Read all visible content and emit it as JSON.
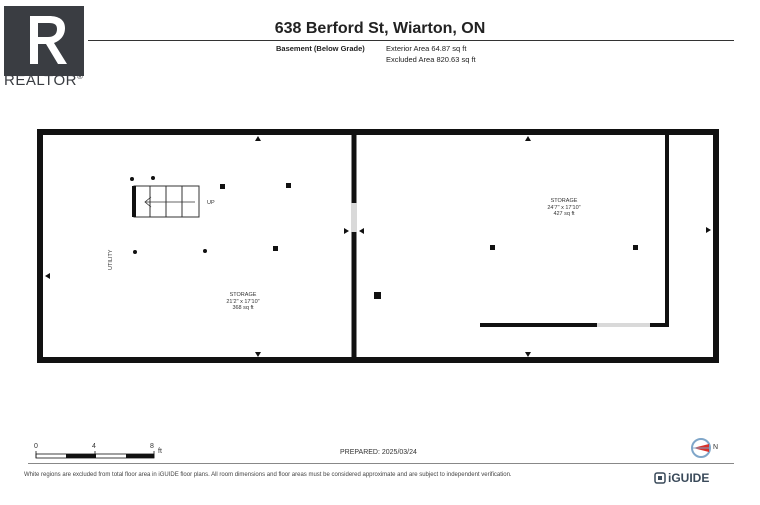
{
  "header": {
    "title": "638 Berford St, Wiarton, ON",
    "floor": "Basement (Below Grade)",
    "exterior_area": "Exterior Area 64.87 sq ft",
    "excluded_area": "Excluded Area 820.63 sq ft"
  },
  "logo": {
    "text": "REALTOR",
    "mark": "®",
    "color": "#3a3d42"
  },
  "rooms": [
    {
      "name": "STORAGE",
      "dims": "21'2\" x 17'10\"",
      "area": "368 sq ft"
    },
    {
      "name": "STORAGE",
      "dims": "24'7\" x 17'10\"",
      "area": "427 sq ft"
    }
  ],
  "labels": {
    "utility": "UTILITY",
    "stairs": "UP"
  },
  "scale": {
    "ticks": [
      "0",
      "4",
      "8"
    ],
    "unit": "ft"
  },
  "prepared": "PREPARED: 2025/03/24",
  "compass": {
    "letter": "N"
  },
  "footnote": "White regions are excluded from total floor area in iGUIDE floor plans. All room dimensions and floor areas must be considered approximate and are subject to independent verification.",
  "brand": "iGUIDE",
  "colors": {
    "walls": "#111111",
    "door": "#d9d9d9",
    "compass_red": "#d8322c",
    "compass_blue": "#7fa6c9"
  }
}
